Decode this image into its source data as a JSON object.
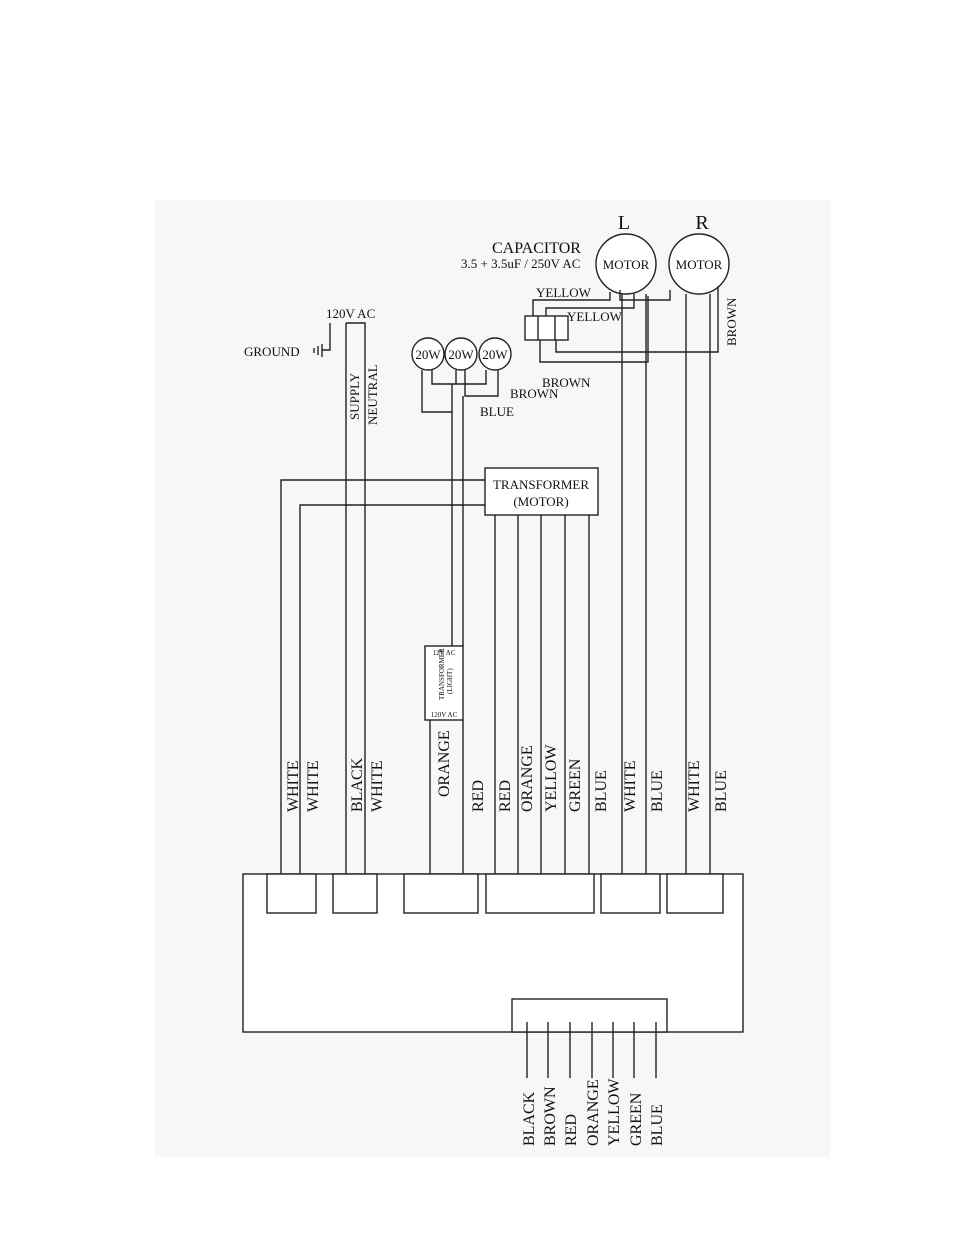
{
  "capacitor": {
    "title": "CAPACITOR",
    "rating": "3.5 + 3.5uF / 250V AC"
  },
  "motors": [
    {
      "side": "L",
      "label": "MOTOR"
    },
    {
      "side": "R",
      "label": "MOTOR"
    }
  ],
  "supply": {
    "voltage": "120V AC",
    "ground": "GROUND",
    "supply_label": "SUPPLY",
    "neutral_label": "NEUTRAL"
  },
  "lamps": [
    "20W",
    "20W",
    "20W"
  ],
  "cap_wires": {
    "yellow1": "YELLOW",
    "yellow2": "YELLOW",
    "brown_right": "BROWN",
    "brown1": "BROWN",
    "brown2": "BROWN",
    "blue": "BLUE"
  },
  "transformer_motor": {
    "line1": "TRANSFORMER",
    "line2": "(MOTOR)"
  },
  "transformer_light": {
    "top": "12V AC",
    "name1": "TRANSFORMER",
    "name2": "(LIGHT)",
    "bottom": "120V AC"
  },
  "wire_labels": [
    "WHITE",
    "WHITE",
    "BLACK",
    "WHITE",
    "ORANGE",
    "RED",
    "RED",
    "ORANGE",
    "YELLOW",
    "GREEN",
    "BLUE",
    "WHITE",
    "BLUE",
    "WHITE",
    "BLUE"
  ],
  "bottom_labels": [
    "BLACK",
    "BROWN",
    "RED",
    "ORANGE",
    "YELLOW",
    "GREEN",
    "BLUE"
  ]
}
